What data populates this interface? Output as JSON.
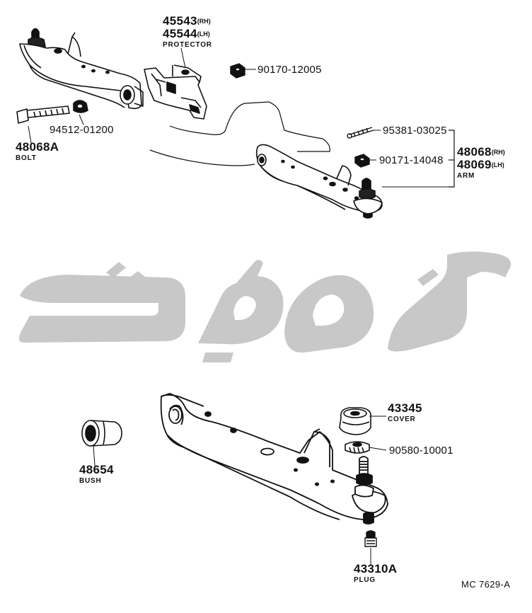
{
  "diagram": {
    "callouts": {
      "protector": {
        "rh": "45543",
        "rh_side": "(RH)",
        "lh": "45544",
        "lh_side": "(LH)",
        "name": "PROTECTOR"
      },
      "nut_upper": {
        "number": "90170-12005"
      },
      "cotter_pin": {
        "number": "95381-03025"
      },
      "nut_arm": {
        "number": "90171-14048"
      },
      "arm": {
        "rh": "48068",
        "rh_side": "(RH)",
        "lh": "48069",
        "lh_side": "(LH)",
        "name": "ARM"
      },
      "bolt_nut": {
        "number": "94512-01200"
      },
      "bolt": {
        "number": "48068A",
        "name": "BOLT"
      },
      "cover": {
        "number": "43345",
        "name": "COVER"
      },
      "lower_nut": {
        "number": "90580-10001"
      },
      "bush": {
        "number": "48654",
        "name": "BUSH"
      },
      "plug": {
        "number": "43310A",
        "name": "PLUG"
      }
    },
    "figure_code": "MC 7629-A",
    "watermark": {
      "color": "#c8c8c8"
    },
    "colors": {
      "ink": "#111111",
      "background": "#ffffff"
    }
  }
}
